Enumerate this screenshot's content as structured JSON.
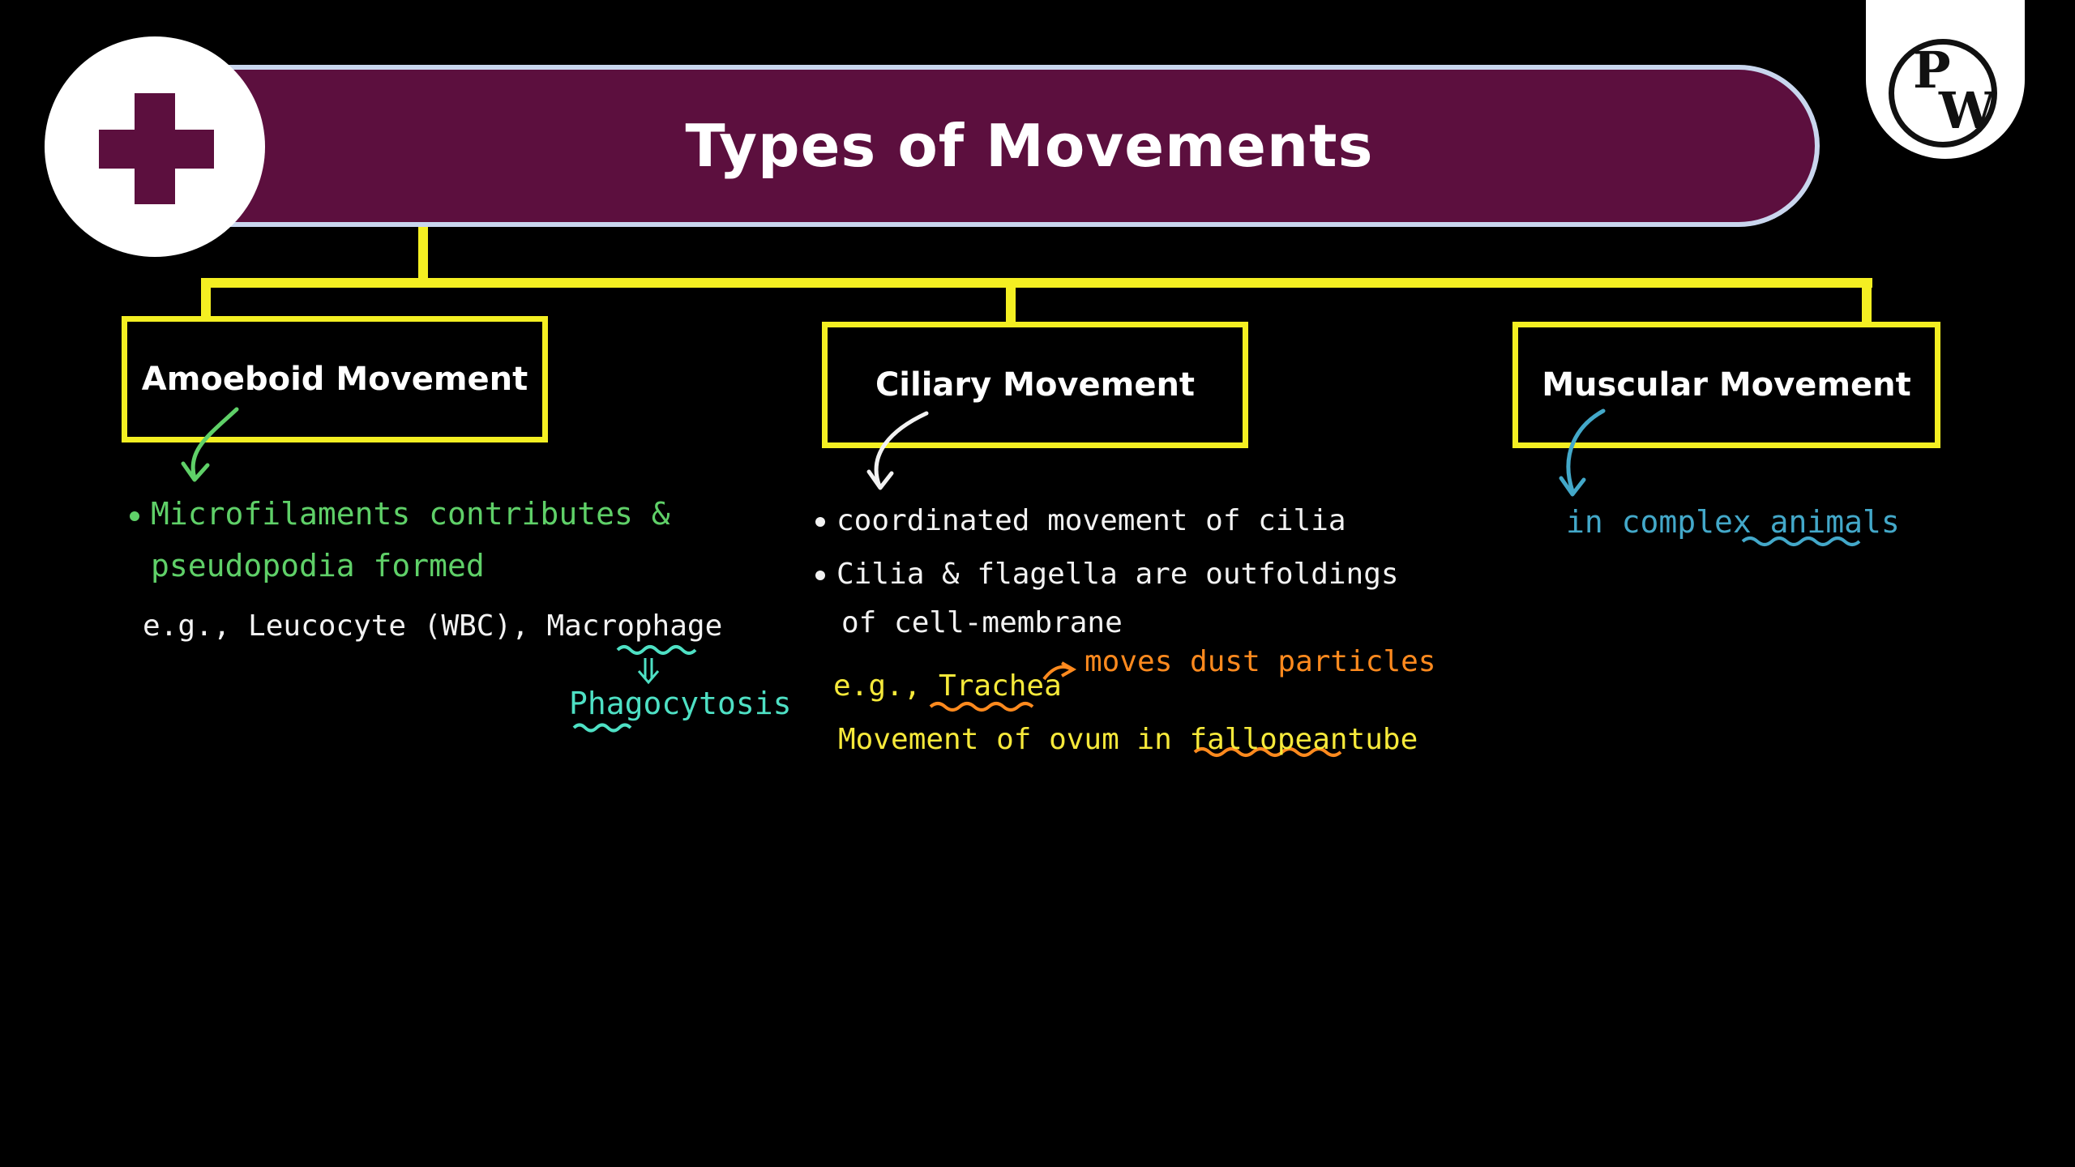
{
  "title": "Types of Movements",
  "logo": {
    "top": "P",
    "bottom": "W"
  },
  "colors": {
    "banner": "#5c0f3e",
    "connector": "#f4ef22",
    "green_ink": "#5fd068",
    "teal_ink": "#4ee0c4",
    "yellow_ink": "#f6e93a",
    "orange_ink": "#ff8a1e",
    "blue_ink": "#43a8c9"
  },
  "branches": [
    {
      "label": "Amoeboid Movement",
      "notes": {
        "point1_line1": "Microfilaments contributes &",
        "point1_line2": "pseudopodia formed",
        "example": "e.g., Leucocyte (WBC), Macrophage",
        "result": "Phagocytosis"
      }
    },
    {
      "label": "Ciliary Movement",
      "notes": {
        "point1": "coordinated movement of cilia",
        "point2_line1": "Cilia & flagella are outfoldings",
        "point2_line2": "of cell-membrane",
        "example": "e.g., Trachea",
        "example_note": "moves dust particles",
        "example2": "Movement of ovum in fallopeantube"
      }
    },
    {
      "label": "Muscular Movement",
      "notes": {
        "point1": "in complex animals"
      }
    }
  ]
}
